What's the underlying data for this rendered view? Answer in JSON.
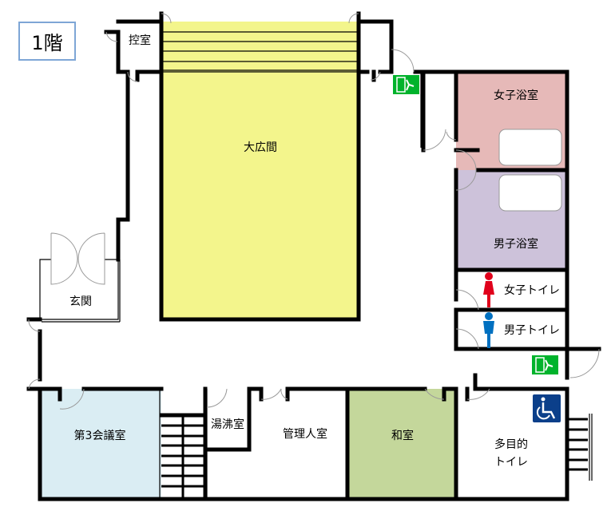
{
  "floor_label": "1階",
  "rooms": {
    "waiting": "控室",
    "hall": "大広間",
    "women_bath": "女子浴室",
    "men_bath": "男子浴室",
    "women_toilet": "女子トイレ",
    "men_toilet": "男子トイレ",
    "entrance": "玄関",
    "meeting3": "第3会議室",
    "kitchenette": "湯沸室",
    "manager": "管理人室",
    "washitsu": "和室",
    "multi_toilet_1": "多目的",
    "multi_toilet_2": "トイレ"
  },
  "icons": [
    "emergency-exit-icon",
    "female-icon",
    "male-icon",
    "wheelchair-icon"
  ],
  "colors": {
    "hall": "#f3f58c",
    "women_bath": "#e6b9b8",
    "men_bath": "#cdc2da",
    "meeting3": "#daedf3",
    "washitsu": "#c4d79b",
    "exit": "#00b32c",
    "female": "#e0001b",
    "male": "#0070c0",
    "wheelchair": "#0b3f8a"
  }
}
